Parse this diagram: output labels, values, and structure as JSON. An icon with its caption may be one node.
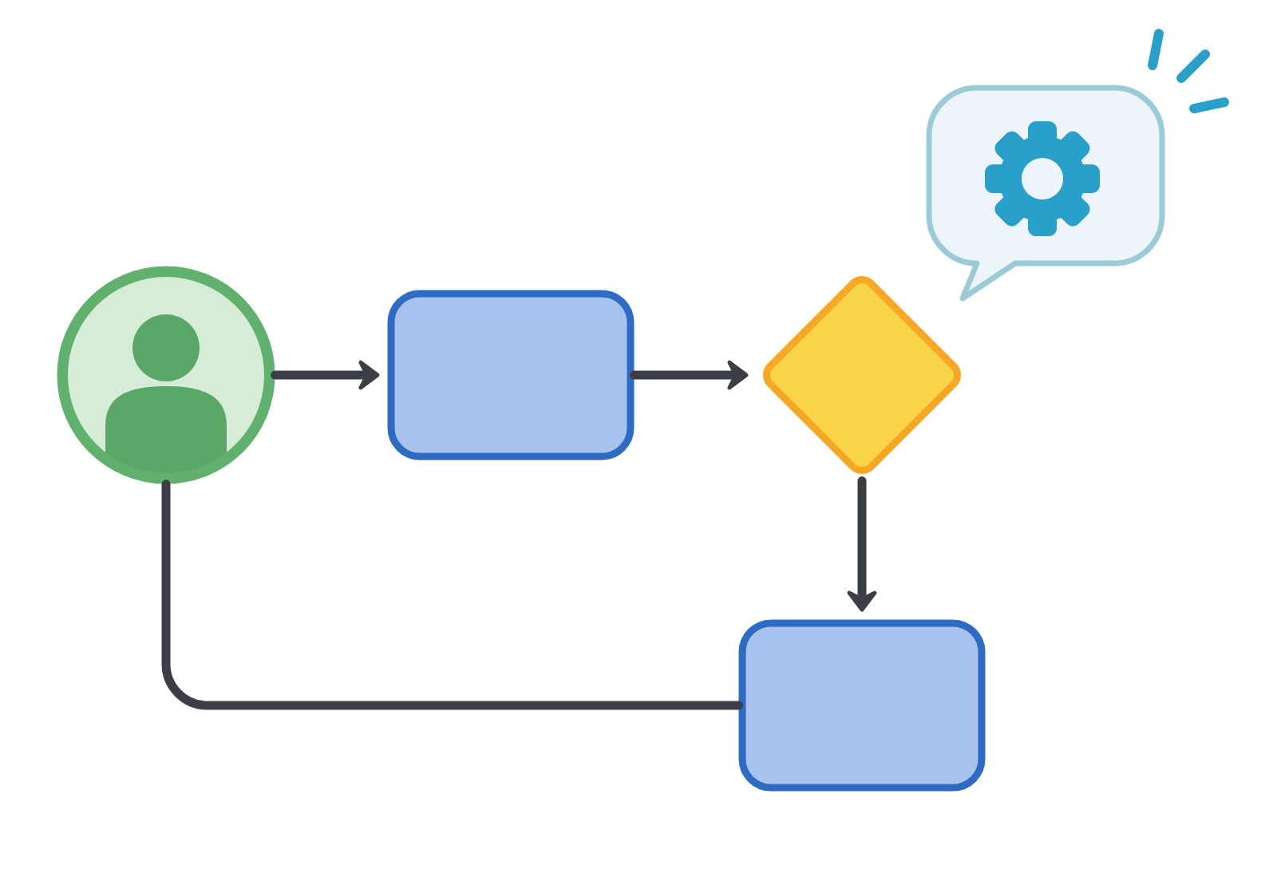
{
  "diagram": {
    "nodes": [
      {
        "text": [],
        "shape": "person"
      },
      {
        "text": [],
        "shape": "box"
      },
      {
        "text": [],
        "shape": "diamond"
      },
      {
        "text": [],
        "shape": "box"
      }
    ],
    "edges": [
      {
        "from": 0,
        "to": 1,
        "arrow": "to"
      },
      {
        "from": 1,
        "to": 2,
        "arrow": "to"
      },
      {
        "from": 2,
        "to": 3,
        "arrow": "to"
      },
      {
        "from": 0,
        "to": 3,
        "arrow": "none"
      }
    ]
  }
}
